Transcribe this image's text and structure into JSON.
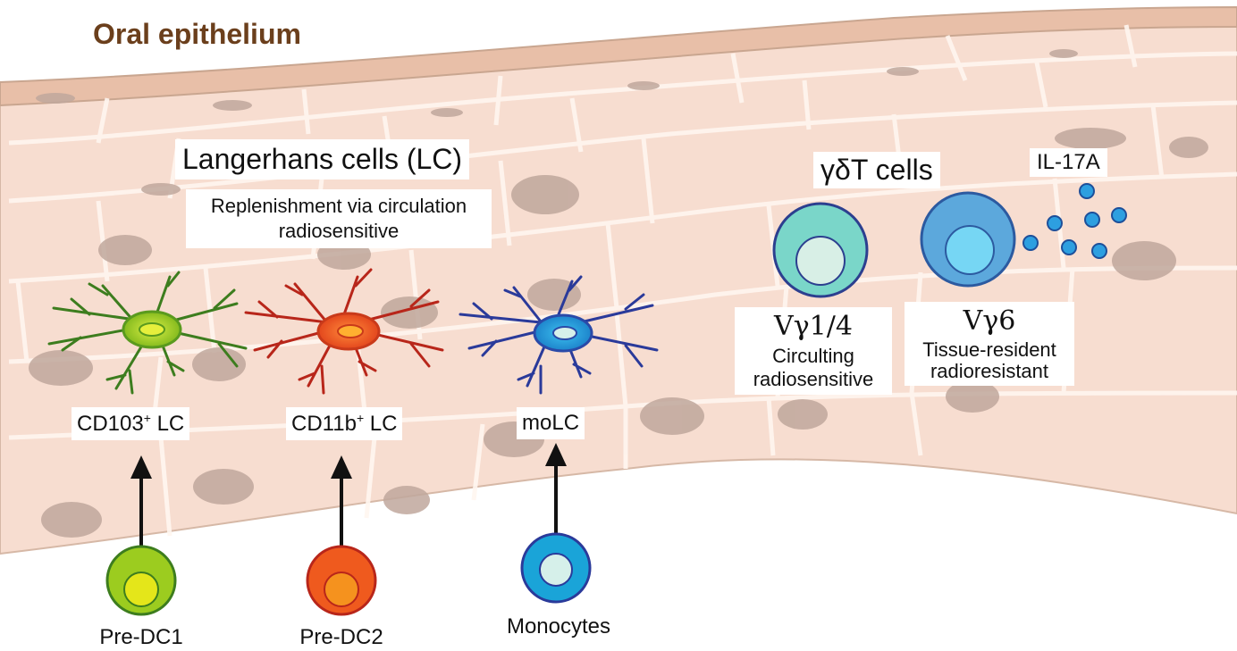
{
  "title": "Oral epithelium",
  "lc": {
    "heading": "Langerhans cells (LC)",
    "note_line1": "Replenishment via circulation",
    "note_line2": "radiosensitive",
    "types": [
      {
        "base": "CD103",
        "sup": "+",
        "suffix": " LC"
      },
      {
        "base": "CD11b",
        "sup": "+",
        "suffix": " LC"
      },
      {
        "base": "moLC",
        "sup": "",
        "suffix": ""
      }
    ],
    "precursors": [
      "Pre-DC1",
      "Pre-DC2",
      "Monocytes"
    ]
  },
  "gdt": {
    "heading": "γδT cells",
    "cytokine": "IL-17A",
    "subsets": [
      {
        "name": "Vγ1/4",
        "line1": "Circulting",
        "line2": "radiosensitive"
      },
      {
        "name": "Vγ6",
        "line1": "Tissue-resident",
        "line2": "radioresistant"
      }
    ]
  },
  "colors": {
    "tissue": "#f7ddd0",
    "membrane": "#c9a690",
    "nucleus": "#bfa79c",
    "lc_cd103": "#9ccc1f",
    "lc_cd11b": "#ef5a1e",
    "lc_mo": "#1aa4d8",
    "vg14": "#7ad6c9",
    "vg6": "#5ca8dc",
    "il17": "#2d9fe0"
  }
}
